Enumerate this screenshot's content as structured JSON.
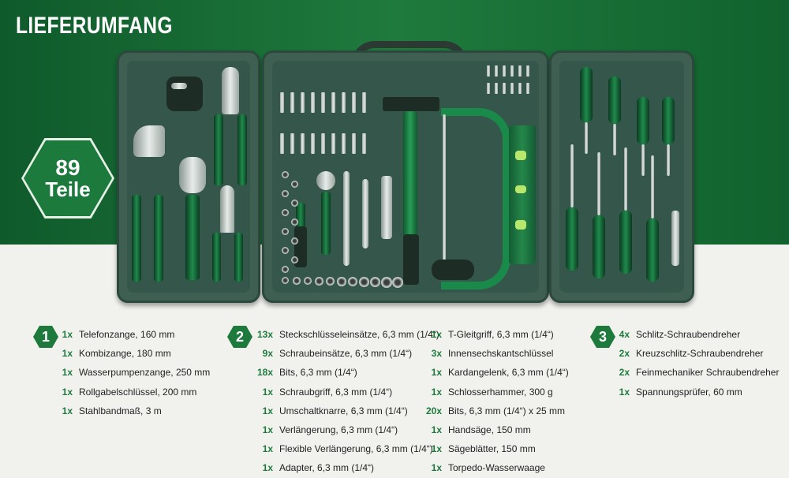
{
  "title": "LIEFERUMFANG",
  "badge": {
    "number": "89",
    "label": "Teile"
  },
  "groups": [
    {
      "number": "1",
      "items": [
        {
          "qty": "1x",
          "text": "Telefonzange, 160 mm"
        },
        {
          "qty": "1x",
          "text": "Kombizange, 180 mm"
        },
        {
          "qty": "1x",
          "text": "Wasserpumpenzange, 250 mm"
        },
        {
          "qty": "1x",
          "text": "Rollgabelschlüssel, 200 mm"
        },
        {
          "qty": "1x",
          "text": "Stahlbandmaß, 3 m"
        }
      ]
    },
    {
      "number": "2",
      "items": [
        {
          "qty": "13x",
          "text": "Steckschlüsseleinsätze, 6,3 mm (1/4“)"
        },
        {
          "qty": "9x",
          "text": "Schraubeinsätze, 6,3 mm (1/4“)"
        },
        {
          "qty": "18x",
          "text": "Bits, 6,3 mm (1/4“)"
        },
        {
          "qty": "1x",
          "text": "Schraubgriff, 6,3 mm (1/4“)"
        },
        {
          "qty": "1x",
          "text": "Umschaltknarre, 6,3 mm (1/4“)"
        },
        {
          "qty": "1x",
          "text": "Verlängerung, 6,3 mm (1/4“)"
        },
        {
          "qty": "1x",
          "text": "Flexible Verlängerung, 6,3 mm (1/4“)"
        },
        {
          "qty": "1x",
          "text": "Adapter, 6,3 mm (1/4“)"
        }
      ],
      "items2": [
        {
          "qty": "1x",
          "text": "T-Gleitgriff, 6,3 mm (1/4“)"
        },
        {
          "qty": "3x",
          "text": "Innensechskantschlüssel"
        },
        {
          "qty": "1x",
          "text": "Kardangelenk, 6,3 mm (1/4“)"
        },
        {
          "qty": "1x",
          "text": "Schlosserhammer, 300 g"
        },
        {
          "qty": "20x",
          "text": "Bits, 6,3 mm (1/4“) x 25 mm"
        },
        {
          "qty": "1x",
          "text": "Handsäge, 150 mm"
        },
        {
          "qty": "1x",
          "text": "Sägeblätter, 150 mm"
        },
        {
          "qty": "1x",
          "text": "Torpedo-Wasserwaage"
        }
      ]
    },
    {
      "number": "3",
      "items": [
        {
          "qty": "4x",
          "text": "Schlitz-Schraubendreher"
        },
        {
          "qty": "2x",
          "text": "Kreuzschlitz-Schraubendreher"
        },
        {
          "qty": "2x",
          "text": "Feinmechaniker Schraubendreher"
        },
        {
          "qty": "1x",
          "text": "Spannungsprüfer, 60 mm"
        }
      ]
    }
  ],
  "colors": {
    "brand_green": "#1e7a3c",
    "case": "#3f5f52",
    "background": "#f1f1ee"
  }
}
